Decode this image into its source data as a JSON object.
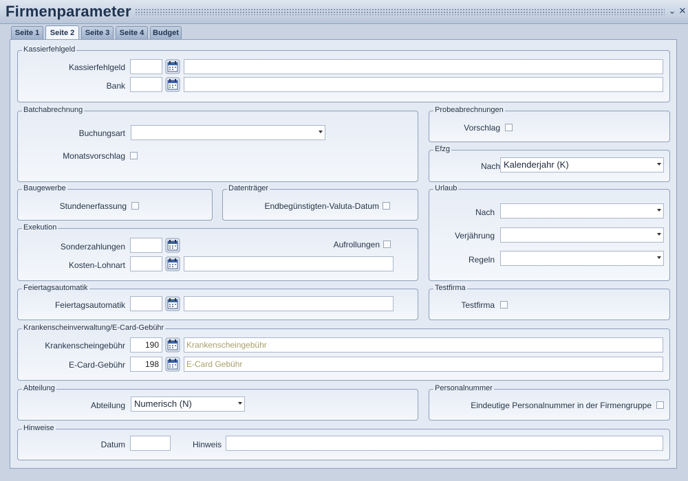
{
  "window": {
    "title": "Firmenparameter",
    "minimize_glyph": "⌄",
    "close_glyph": "✕"
  },
  "tabs": [
    {
      "label": "Seite 1"
    },
    {
      "label": "Seite 2",
      "active": true
    },
    {
      "label": "Seite 3"
    },
    {
      "label": "Seite 4"
    },
    {
      "label": "Budget"
    }
  ],
  "kassierfehlgeld": {
    "legend": "Kassierfehlgeld",
    "rows": [
      {
        "label": "Kassierfehlgeld",
        "code": "",
        "description": ""
      },
      {
        "label": "Bank",
        "code": "",
        "description": ""
      }
    ]
  },
  "batchabrechnung": {
    "legend": "Batchabrechnung",
    "buchungsart_label": "Buchungsart",
    "buchungsart_value": "",
    "monatsvorschlag_label": "Monatsvorschlag"
  },
  "probeabrechnungen": {
    "legend": "Probeabrechnungen",
    "vorschlag_label": "Vorschlag"
  },
  "efzg": {
    "legend": "Efzg",
    "nach_label": "Nach",
    "nach_value": "Kalenderjahr (K)"
  },
  "baugewerbe": {
    "legend": "Baugewerbe",
    "stundenerfassung_label": "Stundenerfassung"
  },
  "datentraeger": {
    "legend": "Datenträger",
    "valuta_label": "Endbegünstigten-Valuta-Datum"
  },
  "urlaub": {
    "legend": "Urlaub",
    "nach_label": "Nach",
    "nach_value": "",
    "verjaehrung_label": "Verjährung",
    "verjaehrung_value": "",
    "regeln_label": "Regeln",
    "regeln_value": ""
  },
  "exekution": {
    "legend": "Exekution",
    "sonderzahlungen_label": "Sonderzahlungen",
    "sonderzahlungen_code": "",
    "aufrollungen_label": "Aufrollungen",
    "kosten_label": "Kosten-Lohnart",
    "kosten_code": "",
    "kosten_description": ""
  },
  "feiertagsautomatik": {
    "legend": "Feiertagsautomatik",
    "label": "Feiertagsautomatik",
    "code": "",
    "description": ""
  },
  "testfirma": {
    "legend": "Testfirma",
    "label": "Testfirma"
  },
  "krankenschein": {
    "legend": "Krankenscheinverwaltung/E-Card-Gebühr",
    "rows": [
      {
        "label": "Krankenscheingebühr",
        "code": "190",
        "description": "Krankenscheingebühr"
      },
      {
        "label": "E-Card-Gebühr",
        "code": "198",
        "description": "E-Card Gebühr"
      }
    ]
  },
  "abteilung": {
    "legend": "Abteilung",
    "label": "Abteilung",
    "value": "Numerisch (N)"
  },
  "personalnummer": {
    "legend": "Personalnummer",
    "eindeutig_label": "Eindeutige Personalnummer in der Firmengruppe"
  },
  "hinweise": {
    "legend": "Hinweise",
    "datum_label": "Datum",
    "datum_value": "",
    "hinweis_label": "Hinweis",
    "hinweis_value": ""
  },
  "icons": {
    "calendar": "calendar-icon",
    "dropdown": "chevron-down-icon"
  },
  "colors": {
    "title": "#1f3350",
    "panel": "#e4eaf3",
    "border": "#8da0bd",
    "description_text": "#a7a06a"
  }
}
